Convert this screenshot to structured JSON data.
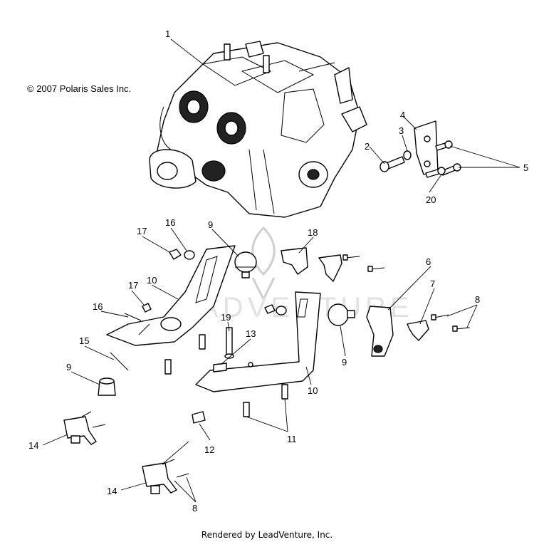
{
  "copyright": "© 2007 Polaris Sales Inc.",
  "footer": "Rendered by LeadVenture, Inc.",
  "callouts": {
    "c1": "1",
    "c2": "2",
    "c3": "3",
    "c4": "4",
    "c5": "5",
    "c6": "6",
    "c7": "7",
    "c8a": "8",
    "c8b": "8",
    "c9a": "9",
    "c9b": "9",
    "c9c": "9",
    "c10a": "10",
    "c10b": "10",
    "c11": "11",
    "c12": "12",
    "c13": "13",
    "c14a": "14",
    "c14b": "14",
    "c15": "15",
    "c16a": "16",
    "c16b": "16",
    "c17a": "17",
    "c17b": "17",
    "c18": "18",
    "c19": "19",
    "c20": "20"
  },
  "watermark": "ADVENTURE"
}
